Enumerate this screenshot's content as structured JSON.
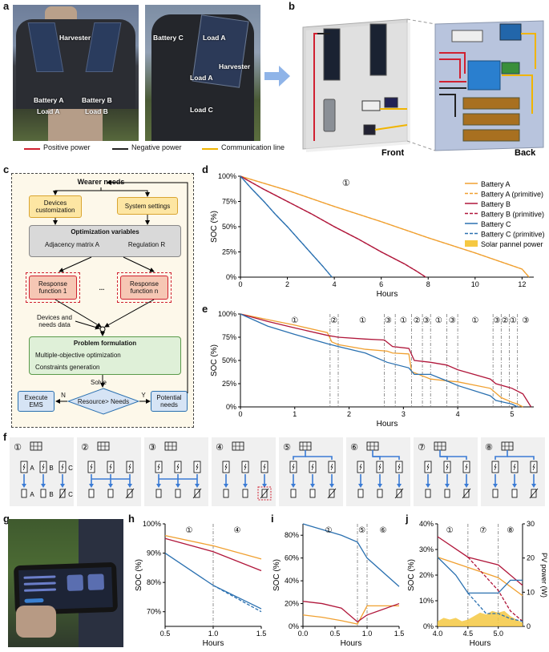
{
  "panels": {
    "a": "a",
    "b": "b",
    "c": "c",
    "d": "d",
    "e": "e",
    "f": "f",
    "g": "g",
    "h": "h",
    "i": "i",
    "j": "j"
  },
  "photo_a": {
    "left_labels": {
      "harvester": "Harvester",
      "battery_a": "Battery A",
      "load_a": "Load A",
      "battery_b": "Battery B",
      "load_b": "Load B"
    },
    "right_labels": {
      "battery_c": "Battery C",
      "load_a_top": "Load A",
      "harvester": "Harvester",
      "load_a": "Load A",
      "load_c": "Load C"
    }
  },
  "legend_ab": {
    "positive": "Positive power",
    "negative": "Negative power",
    "communication": "Communication line"
  },
  "panel_b": {
    "front": "Front",
    "back": "Back"
  },
  "colors": {
    "red": "#d02030",
    "black": "#222222",
    "gold": "#f0b400",
    "orange": "#f0a030",
    "crimson": "#b0163a",
    "blue": "#2a70b0",
    "solar": "#f5c842",
    "flow_yellow": "#fde6a3",
    "flow_grey": "#d9d9d9",
    "flow_red": "#f6c7b4",
    "flow_green": "#dff0d8",
    "flow_blue": "#d6e4f5"
  },
  "flowchart": {
    "wearer_needs": "Wearer needs",
    "devices_customization": "Devices customization",
    "system_settings": "System settings",
    "opt_vars": "Optimization variables",
    "adjacency": "Adjacency matrix A",
    "regulation": "Regulation R",
    "response1": "Response function 1",
    "dots": "...",
    "responsen": "Response function n",
    "devices_data": "Devices and needs data",
    "problem": "Problem formulation",
    "multi": "Multiple-objective optimization",
    "constraints": "Constraints generation",
    "solve": "Solve",
    "decision": "Resource> Needs",
    "n": "N",
    "y": "Y",
    "execute": "Execute EMS",
    "potential": "Potential needs"
  },
  "panel_f": {
    "states": [
      "①",
      "②",
      "③",
      "④",
      "⑤",
      "⑥",
      "⑦",
      "⑧"
    ],
    "labels": [
      "A",
      "B",
      "C",
      "A",
      "B",
      "C"
    ],
    "icons": [
      "solar-panel-icon",
      "battery-icon",
      "load-icon",
      "switch-icon"
    ]
  },
  "chart_data": [
    {
      "panel": "d",
      "type": "line",
      "xlabel": "Hours",
      "ylabel": "SOC (%)",
      "xlim": [
        0,
        12.5
      ],
      "ylim": [
        0,
        100
      ],
      "xticks": [
        "0",
        "2",
        "4",
        "6",
        "8",
        "10",
        "12"
      ],
      "yticks": [
        "0%",
        "25%",
        "50%",
        "75%",
        "100%"
      ],
      "annotation": "①",
      "legend": {
        "placement": "top-right",
        "entries": [
          "Battery A",
          "Battery A (primitive)",
          "Battery B",
          "Battery B (primitive)",
          "Battery C",
          "Battery C (primitive)",
          "Solar pannel power"
        ]
      },
      "series": [
        {
          "name": "Battery A",
          "color": "#f0a030",
          "dash": false,
          "x": [
            0,
            2,
            4,
            6,
            8,
            10,
            12,
            12.3
          ],
          "y": [
            100,
            86,
            70,
            55,
            39,
            24,
            8,
            0
          ]
        },
        {
          "name": "Battery A (primitive)",
          "color": "#f0a030",
          "dash": true,
          "x": [
            0,
            2,
            4,
            6,
            8,
            10,
            12,
            12.3
          ],
          "y": [
            100,
            86,
            70,
            55,
            39,
            24,
            8,
            0
          ]
        },
        {
          "name": "Battery B",
          "color": "#b0163a",
          "dash": false,
          "x": [
            0,
            1,
            2,
            3,
            4,
            5,
            6,
            7,
            7.5,
            7.9
          ],
          "y": [
            100,
            87,
            75,
            63,
            50,
            38,
            25,
            13,
            6,
            0
          ]
        },
        {
          "name": "Battery B (primitive)",
          "color": "#b0163a",
          "dash": true,
          "x": [
            0,
            1,
            2,
            3,
            4,
            5,
            6,
            7,
            7.5,
            7.9
          ],
          "y": [
            100,
            87,
            75,
            63,
            50,
            38,
            25,
            13,
            6,
            0
          ]
        },
        {
          "name": "Battery C",
          "color": "#2a70b0",
          "dash": false,
          "x": [
            0,
            0.5,
            1,
            1.5,
            2,
            2.5,
            3,
            3.5,
            3.9
          ],
          "y": [
            100,
            87,
            75,
            62,
            50,
            37,
            24,
            11,
            0
          ]
        },
        {
          "name": "Battery C (primitive)",
          "color": "#2a70b0",
          "dash": true,
          "x": [
            0,
            0.5,
            1,
            1.5,
            2,
            2.5,
            3,
            3.5,
            3.9
          ],
          "y": [
            100,
            87,
            75,
            62,
            50,
            37,
            24,
            11,
            0
          ]
        }
      ]
    },
    {
      "panel": "e",
      "type": "line",
      "xlabel": "Hours",
      "ylabel": "SOC (%)",
      "xlim": [
        0,
        5.4
      ],
      "ylim": [
        0,
        100
      ],
      "xticks": [
        "0",
        "1",
        "2",
        "3",
        "4",
        "5"
      ],
      "yticks": [
        "0%",
        "25%",
        "50%",
        "75%",
        "100%"
      ],
      "vlines": [
        1.65,
        1.8,
        2.65,
        2.85,
        3.15,
        3.35,
        3.5,
        3.8,
        4.0,
        4.65,
        4.8,
        4.95,
        5.1
      ],
      "annotations": [
        {
          "x": 1.0,
          "t": "①"
        },
        {
          "x": 1.72,
          "t": "②"
        },
        {
          "x": 2.25,
          "t": "①"
        },
        {
          "x": 2.72,
          "t": "③"
        },
        {
          "x": 3.0,
          "t": "①"
        },
        {
          "x": 3.25,
          "t": "②"
        },
        {
          "x": 3.42,
          "t": "③"
        },
        {
          "x": 3.65,
          "t": "①"
        },
        {
          "x": 3.9,
          "t": "③"
        },
        {
          "x": 4.32,
          "t": "①"
        },
        {
          "x": 4.72,
          "t": "③"
        },
        {
          "x": 4.87,
          "t": "②"
        },
        {
          "x": 5.02,
          "t": "①"
        },
        {
          "x": 5.25,
          "t": "③"
        }
      ],
      "series": [
        {
          "name": "Battery A",
          "color": "#f0a030",
          "x": [
            0,
            0.5,
            1,
            1.6,
            1.68,
            1.8,
            2.3,
            2.7,
            2.8,
            3.1,
            3.15,
            3.5,
            3.8,
            4.0,
            4.6,
            4.8,
            5.0,
            5.1,
            5.2
          ],
          "y": [
            100,
            94,
            88,
            80,
            70,
            67,
            62,
            60,
            58,
            57,
            38,
            30,
            28,
            27,
            20,
            10,
            5,
            3,
            0
          ]
        },
        {
          "name": "Battery B",
          "color": "#b0163a",
          "x": [
            0,
            0.5,
            1,
            1.6,
            1.8,
            2.3,
            2.65,
            2.8,
            3.1,
            3.2,
            3.5,
            3.8,
            4.0,
            4.6,
            4.7,
            5.0,
            5.2,
            5.35
          ],
          "y": [
            100,
            92,
            85,
            77,
            75,
            73,
            72,
            65,
            63,
            50,
            48,
            45,
            40,
            30,
            25,
            20,
            14,
            0
          ]
        },
        {
          "name": "Battery C",
          "color": "#2a70b0",
          "x": [
            0,
            0.5,
            1,
            1.6,
            1.8,
            2.3,
            2.7,
            3.1,
            3.2,
            3.5,
            3.8,
            4.0,
            4.6,
            4.7,
            5.0,
            5.1
          ],
          "y": [
            100,
            87,
            78,
            68,
            65,
            58,
            48,
            42,
            35,
            35,
            28,
            23,
            12,
            7,
            3,
            0
          ]
        }
      ]
    },
    {
      "panel": "h",
      "type": "line",
      "xlabel": "Hours",
      "ylabel": "SOC (%)",
      "xlim": [
        0.5,
        1.5
      ],
      "ylim": [
        65,
        100
      ],
      "xticks": [
        "0.5",
        "1.0",
        "1.5"
      ],
      "yticks": [
        "70%",
        "80%",
        "90%",
        "100%"
      ],
      "vlines": [
        1.0
      ],
      "annotations": [
        {
          "x": 0.75,
          "t": "①"
        },
        {
          "x": 1.25,
          "t": "④"
        }
      ],
      "series": [
        {
          "name": "Battery A",
          "color": "#f0a030",
          "x": [
            0.5,
            1.0,
            1.5
          ],
          "y": [
            96,
            92.5,
            88
          ]
        },
        {
          "name": "Battery B",
          "color": "#b0163a",
          "x": [
            0.5,
            1.0,
            1.5
          ],
          "y": [
            95,
            90.5,
            84
          ]
        },
        {
          "name": "Battery C",
          "color": "#2a70b0",
          "x": [
            0.5,
            1.0,
            1.5
          ],
          "y": [
            90,
            79,
            71
          ]
        },
        {
          "name": "Battery C (primitive)",
          "color": "#2a70b0",
          "dash": true,
          "x": [
            1.0,
            1.5
          ],
          "y": [
            79,
            70
          ]
        }
      ]
    },
    {
      "panel": "i",
      "type": "line",
      "xlabel": "Hours",
      "ylabel": "SOC (%)",
      "xlim": [
        0,
        1.5
      ],
      "ylim": [
        0,
        90
      ],
      "xticks": [
        "0.0",
        "0.5",
        "1.0",
        "1.5"
      ],
      "yticks": [
        "0%",
        "20%",
        "40%",
        "60%",
        "80%"
      ],
      "vlines": [
        0.85,
        1.0
      ],
      "annotations": [
        {
          "x": 0.4,
          "t": "①"
        },
        {
          "x": 0.92,
          "t": "⑤"
        },
        {
          "x": 1.25,
          "t": "⑥"
        }
      ],
      "series": [
        {
          "name": "Battery A",
          "color": "#f0a030",
          "x": [
            0,
            0.3,
            0.6,
            0.85,
            1.0,
            1.5
          ],
          "y": [
            10,
            8,
            5,
            2,
            18,
            18
          ]
        },
        {
          "name": "Battery B",
          "color": "#b0163a",
          "x": [
            0,
            0.3,
            0.6,
            0.85,
            1.0,
            1.5
          ],
          "y": [
            22,
            20,
            16,
            4,
            10,
            20
          ]
        },
        {
          "name": "Battery C",
          "color": "#2a70b0",
          "x": [
            0,
            0.3,
            0.6,
            0.85,
            1.0,
            1.5
          ],
          "y": [
            90,
            85,
            80,
            74,
            60,
            35
          ]
        }
      ]
    },
    {
      "panel": "j",
      "type": "line",
      "xlabel": "Hours",
      "ylabel": "SOC (%)",
      "y2label": "PV power (W)",
      "xlim": [
        4.0,
        5.4
      ],
      "ylim": [
        0,
        40
      ],
      "y2lim": [
        0,
        30
      ],
      "xticks": [
        "4.0",
        "4.5",
        "5.0"
      ],
      "yticks": [
        "0%",
        "10%",
        "20%",
        "30%",
        "40%"
      ],
      "y2ticks": [
        "0",
        "10",
        "20",
        "30"
      ],
      "vlines": [
        4.5,
        5.0
      ],
      "annotations": [
        {
          "x": 4.2,
          "t": "①"
        },
        {
          "x": 4.75,
          "t": "⑦"
        },
        {
          "x": 5.2,
          "t": "⑧"
        }
      ],
      "series": [
        {
          "name": "Battery A",
          "color": "#f0a030",
          "x": [
            4.0,
            4.5,
            5.0,
            5.4
          ],
          "y": [
            27,
            23,
            19,
            12
          ]
        },
        {
          "name": "Battery B",
          "color": "#b0163a",
          "x": [
            4.0,
            4.5,
            5.0,
            5.4
          ],
          "y": [
            35,
            27,
            24,
            16
          ]
        },
        {
          "name": "Battery B (primitive)",
          "color": "#b0163a",
          "dash": true,
          "x": [
            4.5,
            5.0,
            5.2,
            5.4
          ],
          "y": [
            27,
            14,
            6,
            2
          ]
        },
        {
          "name": "Battery C",
          "color": "#2a70b0",
          "x": [
            4.0,
            4.3,
            4.5,
            4.8,
            5.0,
            5.2,
            5.4
          ],
          "y": [
            27,
            20,
            13,
            13,
            13,
            18,
            18
          ]
        },
        {
          "name": "Battery C (primitive)",
          "color": "#2a70b0",
          "dash": true,
          "x": [
            4.5,
            4.8,
            5.0,
            5.2,
            5.4
          ],
          "y": [
            13,
            5,
            5,
            3,
            2
          ]
        }
      ],
      "solar": {
        "name": "Solar pannel power",
        "x": [
          4.0,
          4.1,
          4.2,
          4.3,
          4.4,
          4.5,
          4.6,
          4.7,
          4.8,
          4.9,
          5.0,
          5.1,
          5.2,
          5.3,
          5.4
        ],
        "y": [
          1.5,
          2.5,
          2,
          2.5,
          1.5,
          2,
          3,
          4,
          3.5,
          4.5,
          4,
          4.5,
          3,
          2,
          1
        ]
      }
    }
  ]
}
